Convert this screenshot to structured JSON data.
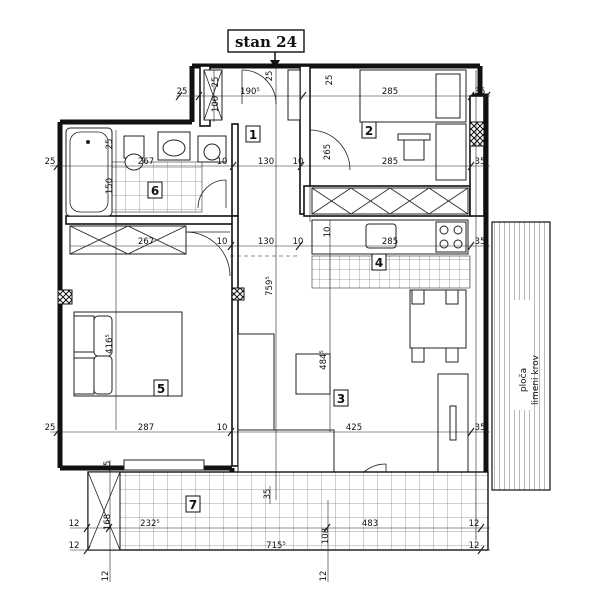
{
  "title": "stan 24",
  "terrace_label_line1": "ploča",
  "terrace_label_line2": "limeni krov",
  "rooms": [
    "1",
    "2",
    "3",
    "4",
    "5",
    "6",
    "7"
  ],
  "dimensions": {
    "d25_entry_left": "25",
    "d190_entry": "190⁵",
    "d25_entry_a": "25",
    "d100_entry": "100",
    "d25_entry_b": "25",
    "d25_entry_c": "25",
    "d285_top": "285",
    "d35_top": "35",
    "d25_bath_left": "25",
    "d25_bath_top": "25",
    "d267_bath": "267",
    "d10_bath": "10",
    "d130_upper": "130",
    "d10_upper": "10",
    "d285_mid": "285",
    "d35_mid": "35",
    "d150_bath": "150",
    "d265_room2": "265",
    "d267_hall": "267",
    "d10_hall_a": "10",
    "d130_hall": "130",
    "d10_hall_b": "10",
    "d10_kitchen_v": "10",
    "d285_kitchen": "285",
    "d35_kitchen": "35",
    "d759_total": "759⁵",
    "d416_bed": "416⁵",
    "d484_living": "484⁵",
    "d25_low_left": "25",
    "d287_low": "287",
    "d10_low": "10",
    "d425_low": "425",
    "d35_low": "35",
    "d35_balc": "35",
    "d35_door": "35",
    "d168_balc": "168",
    "d232_balc": "232⁵",
    "d108_balc": "108",
    "d483_balc": "483",
    "d12_a": "12",
    "d12_b": "12",
    "d12_c": "12",
    "d12_d": "12",
    "d12_e": "12",
    "d12_f": "12",
    "d715_total": "715⁵"
  }
}
